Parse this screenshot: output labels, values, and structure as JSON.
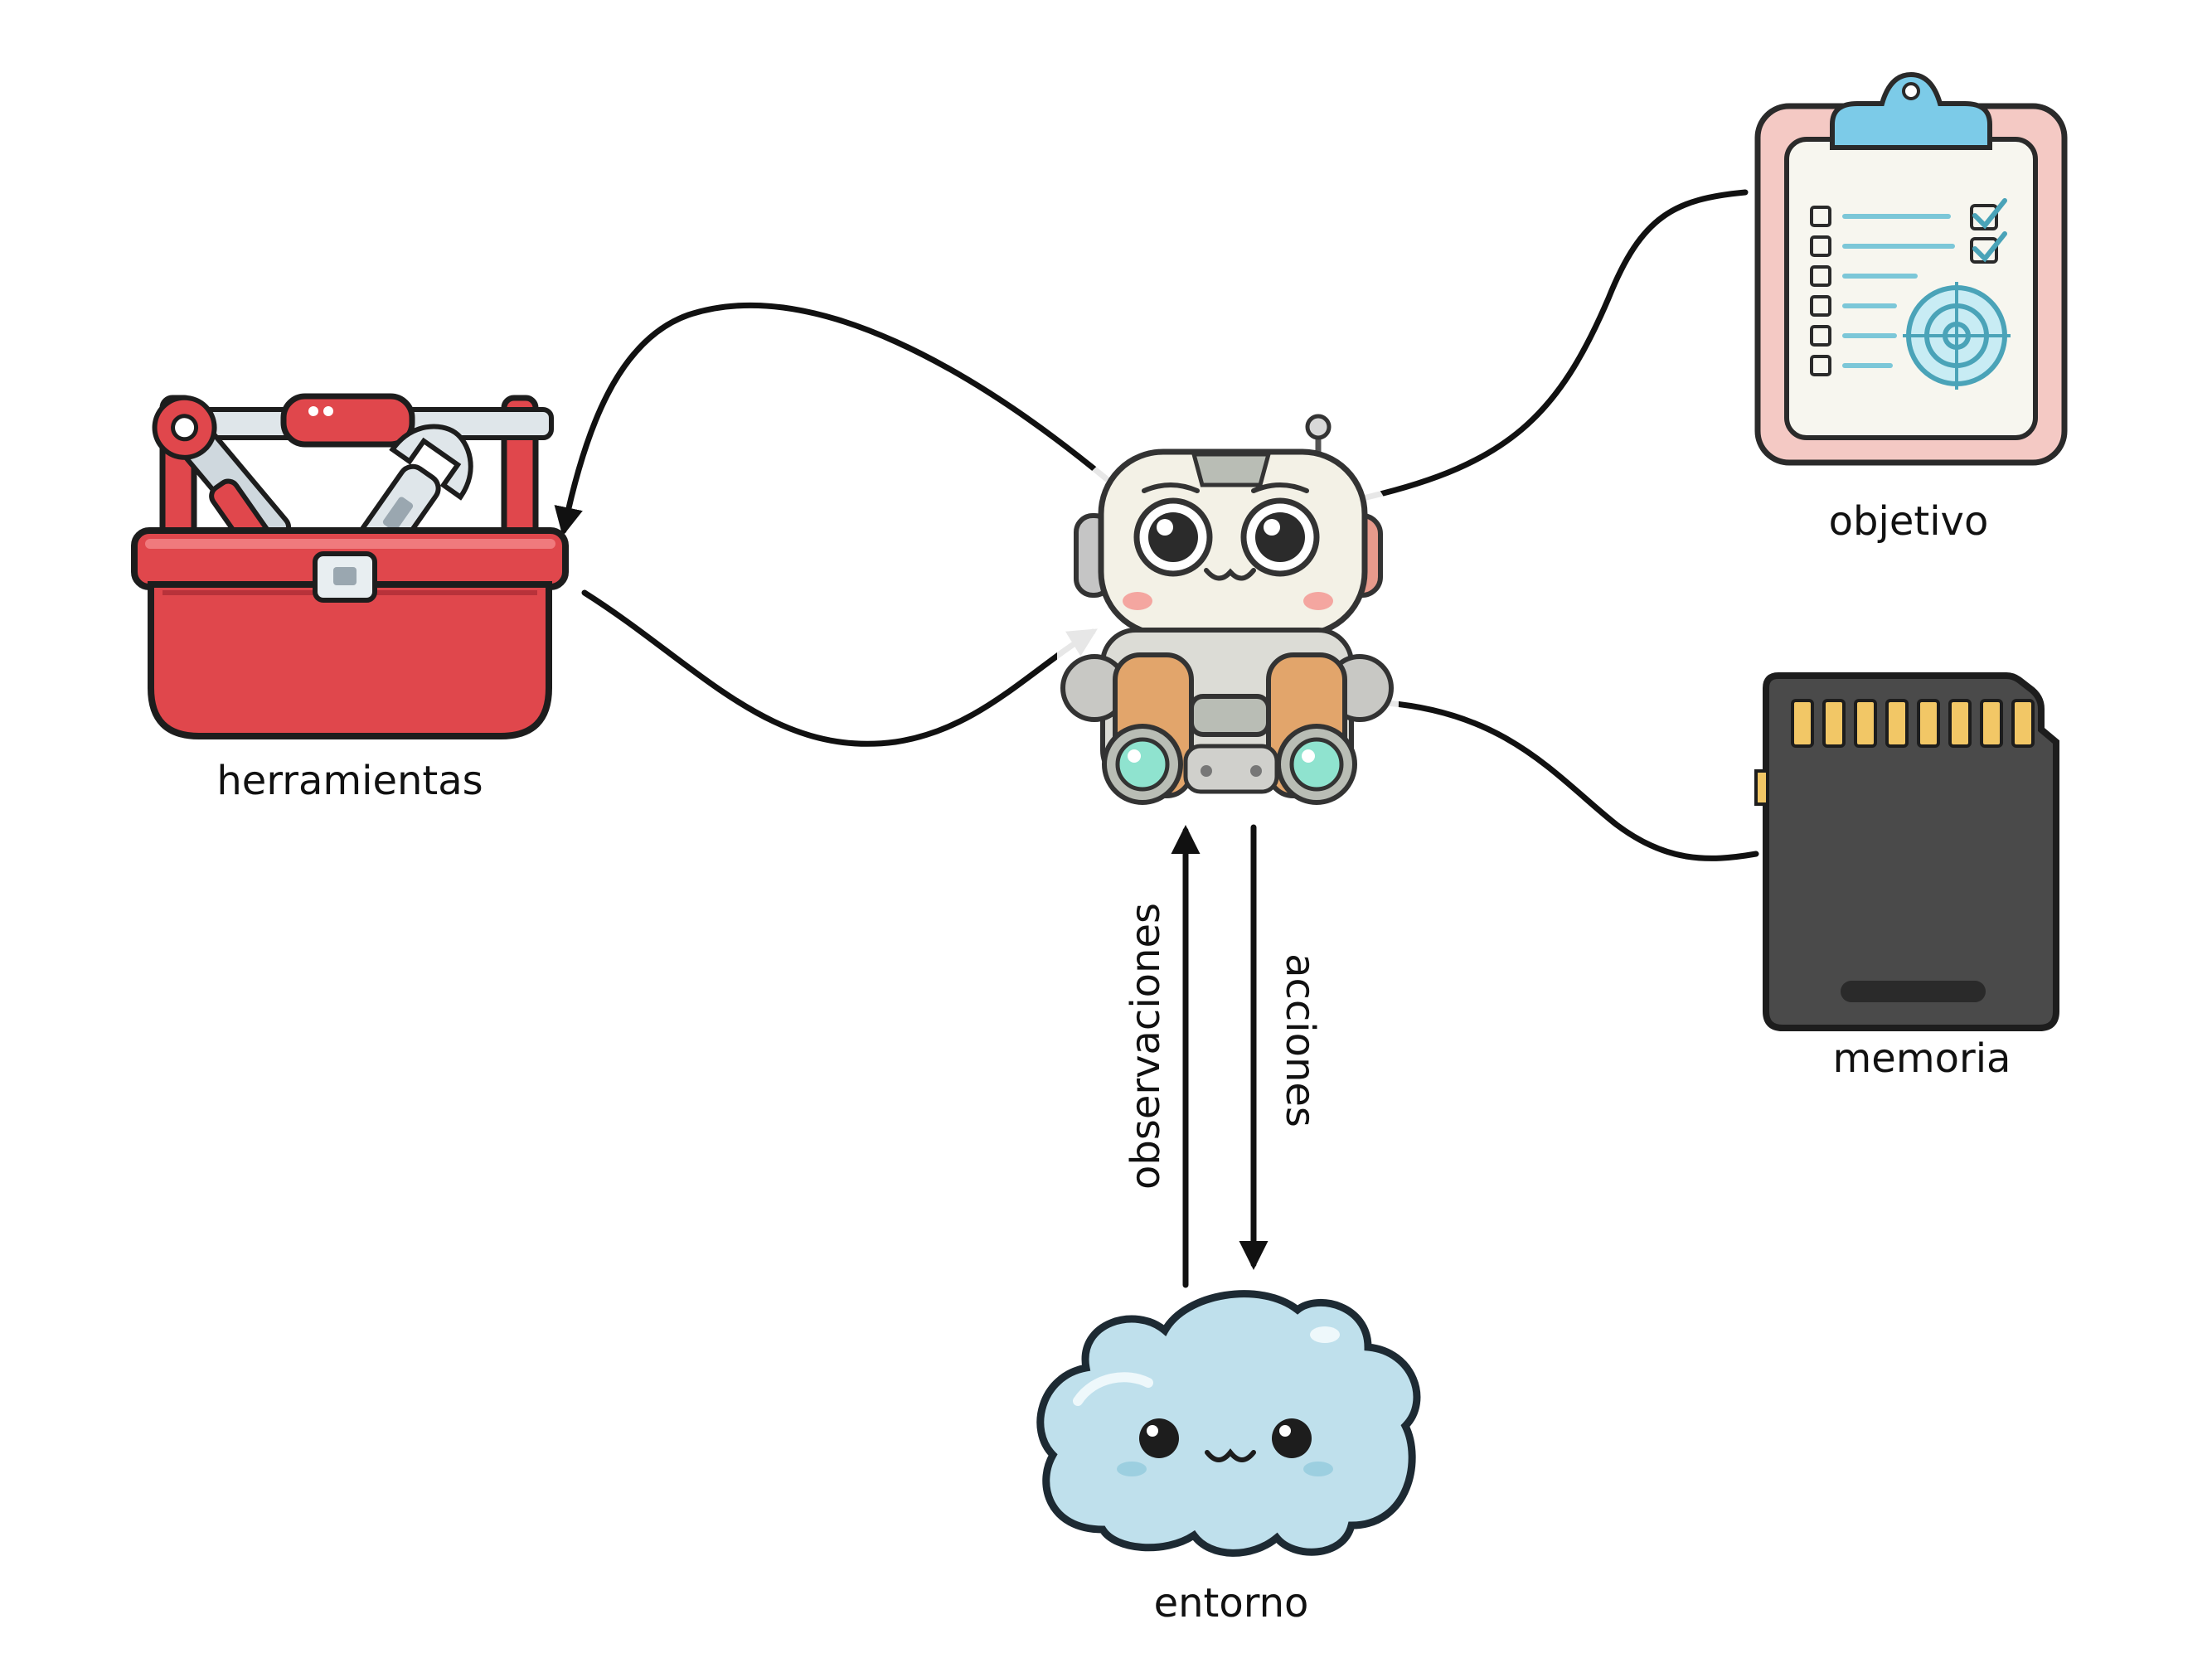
{
  "labels": {
    "tools": "herramientas",
    "goal": "objetivo",
    "memory": "memoria",
    "environment": "entorno",
    "observations": "observaciones",
    "actions": "acciones"
  },
  "colors": {
    "line": "#111111",
    "toolbox_red": "#e0474c",
    "toolbox_dark": "#b8323a",
    "clipboard_pink": "#f4c9c4",
    "clipboard_clip": "#7ccbe8",
    "memory_card": "#4a4a4a",
    "memory_pins": "#f2c766",
    "cloud": "#bfe0ec",
    "robot_body": "#f3f1e6",
    "robot_gold": "#e2a56b",
    "robot_lens": "#8fe3cf"
  },
  "icons": {
    "tools": "toolbox-icon",
    "goal": "clipboard-checklist-icon",
    "memory": "memory-card-icon",
    "environment": "cloud-icon",
    "agent": "robot-icon"
  }
}
